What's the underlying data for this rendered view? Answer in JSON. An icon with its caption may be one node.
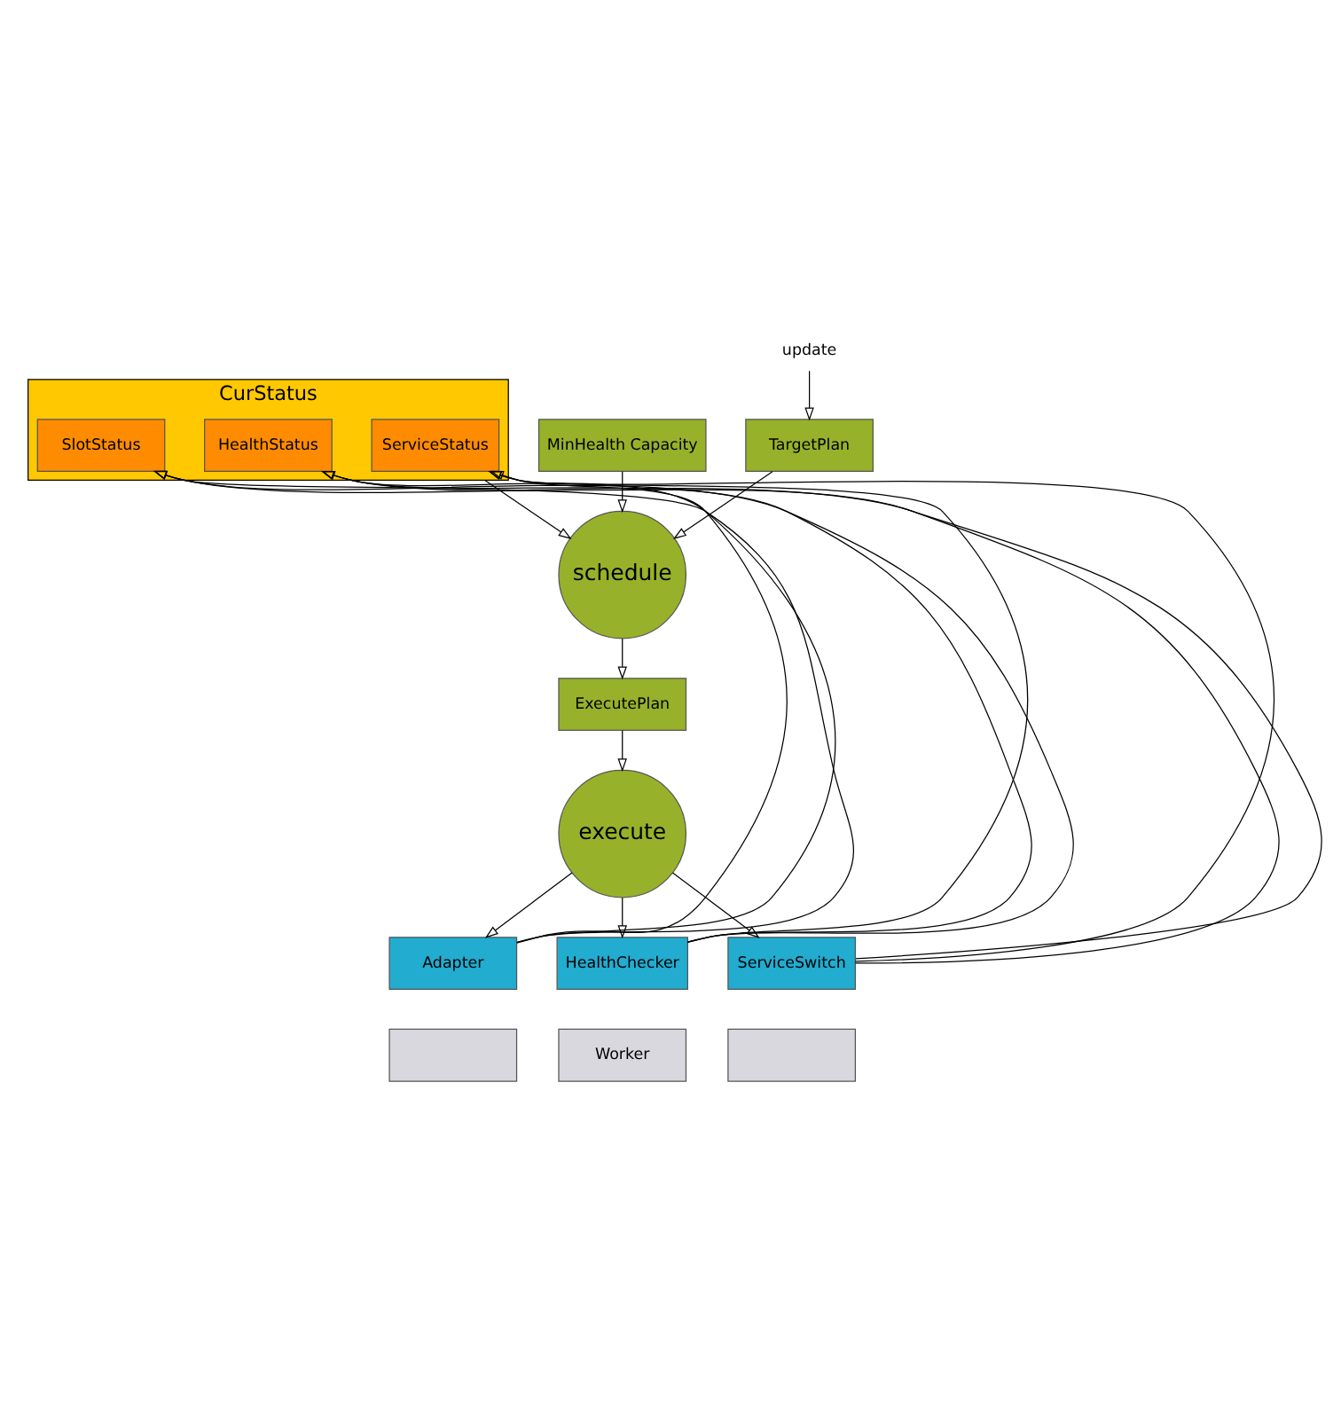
{
  "diagram": {
    "nodes": [
      {
        "text": [
          "CurStatus"
        ]
      },
      {
        "text": [
          "ServiceStatus"
        ],
        "in": 0
      },
      {
        "text": [
          "HealthStatus"
        ],
        "in": 0
      },
      {
        "text": [
          "SlotStatus"
        ],
        "in": 0
      },
      {
        "text": [
          "MinHealth Capacity"
        ]
      },
      {
        "text": [
          "update"
        ]
      },
      {
        "text": [
          "schedule"
        ]
      },
      {
        "text": [
          "TargetPlan"
        ]
      },
      {
        "text": [
          "ExecutePlan"
        ]
      },
      {
        "text": [
          "execute"
        ]
      },
      {
        "text": [
          "Adapter"
        ]
      },
      {
        "text": [
          "HealthChecker"
        ]
      },
      {
        "text": [
          "ServiceSwitch"
        ]
      },
      {
        "text": [],
        "shape": "box"
      },
      {
        "text": [
          "Worker"
        ]
      },
      {
        "text": [],
        "shape": "box"
      }
    ],
    "edges": [
      {
        "from": 4,
        "to": 6,
        "arrow": "to"
      },
      {
        "from": 5,
        "to": 7,
        "arrow": "to"
      },
      {
        "from": 7,
        "to": 6,
        "arrow": "to"
      },
      {
        "from": 0,
        "to": 6,
        "arrow": "to"
      },
      {
        "from": 6,
        "to": 8,
        "arrow": "to"
      },
      {
        "from": 8,
        "to": 9,
        "arrow": "to"
      },
      {
        "from": 9,
        "to": 10,
        "arrow": "to"
      },
      {
        "from": 9,
        "to": 11,
        "arrow": "to"
      },
      {
        "from": 9,
        "to": 12,
        "arrow": "to"
      },
      {
        "from": 10,
        "to": 1,
        "arrow": "to"
      },
      {
        "from": 10,
        "to": 2,
        "arrow": "to"
      },
      {
        "from": 10,
        "to": 3,
        "arrow": "to"
      },
      {
        "from": 11,
        "to": 1,
        "arrow": "to"
      },
      {
        "from": 11,
        "to": 2,
        "arrow": "to"
      },
      {
        "from": 11,
        "to": 3,
        "arrow": "to"
      },
      {
        "from": 12,
        "to": 1,
        "arrow": "to"
      },
      {
        "from": 12,
        "to": 2,
        "arrow": "to"
      },
      {
        "from": 12,
        "to": 3,
        "arrow": "to"
      }
    ]
  }
}
